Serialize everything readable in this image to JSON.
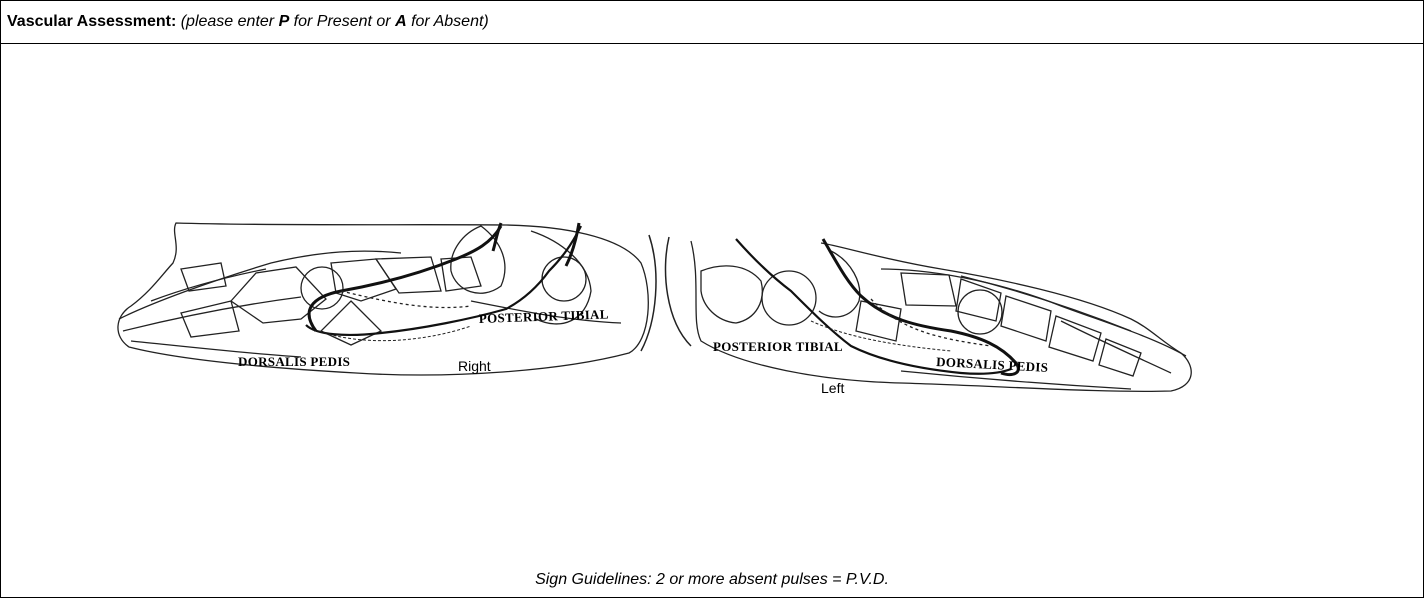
{
  "header": {
    "title": "Vascular Assessment:",
    "note_prefix": " (please enter ",
    "present_key": "P",
    "present_text": "  for Present or ",
    "absent_key": "A",
    "absent_text": "  for Absent)"
  },
  "diagram": {
    "right_foot": {
      "side_label": "Right",
      "posterior_tibial_label": "POSTERIOR TIBIAL",
      "dorsalis_pedis_label": "DORSALIS PEDIS"
    },
    "left_foot": {
      "side_label": "Left",
      "posterior_tibial_label": "POSTERIOR TIBIAL",
      "dorsalis_pedis_label": "DORSALIS PEDIS"
    }
  },
  "footer": {
    "guideline": "Sign Guidelines: 2 or more absent pulses = P.V.D."
  }
}
